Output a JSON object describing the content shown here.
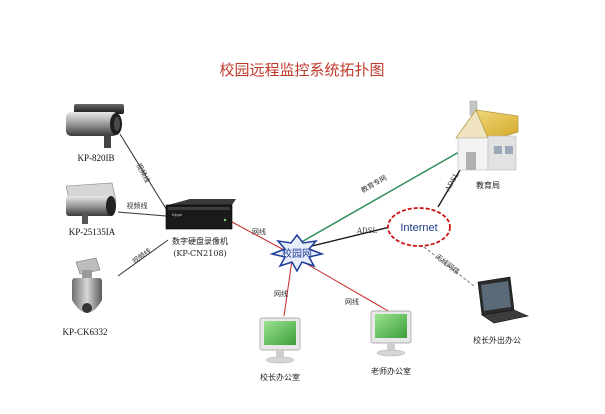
{
  "title": "校园远程监控系统拓扑图",
  "colors": {
    "title": "#c0392b",
    "video_line": "#333333",
    "network_line": "#c62828",
    "edu_line": "#2e8b57",
    "adsl_line": "#111111",
    "wifi_line": "#777777",
    "internet_border": "#cc1111",
    "internet_text": "#1d3a8a",
    "campus_star": "#1e3c9a",
    "screen_green": "#5fc25a"
  },
  "nodes": {
    "camera1": {
      "label": "KP-820IB",
      "icon": "bullet-camera-icon"
    },
    "camera2": {
      "label": "KP-25135IA",
      "icon": "box-camera-icon"
    },
    "camera3": {
      "label": "KP-CK6332",
      "icon": "dome-camera-icon"
    },
    "dvr": {
      "label_line1": "数字硬盘录像机",
      "label_line2": "(KP-CN2108)",
      "brand": "Kippe",
      "icon": "dvr-icon"
    },
    "campus_net": {
      "label": "校园网",
      "icon": "star-burst-icon"
    },
    "internet": {
      "label": "Internet",
      "icon": "cloud-ellipse-icon"
    },
    "edu_bureau": {
      "label": "教育局",
      "icon": "house-icon"
    },
    "principal_office": {
      "label": "校长办公室",
      "icon": "monitor-icon"
    },
    "teacher_office": {
      "label": "老师办公室",
      "icon": "monitor-icon"
    },
    "principal_remote": {
      "label": "校长外出办公",
      "icon": "laptop-icon"
    }
  },
  "links": {
    "video1": "视频线",
    "video2": "视频线",
    "video3": "视频线",
    "dvr_net": "网线",
    "edu_net": "教育专网",
    "adsl_campus": "ADSL",
    "adsl_edu": "ADSL",
    "net_principal": "网线",
    "net_teacher": "网线",
    "wireless": "无线网络"
  }
}
